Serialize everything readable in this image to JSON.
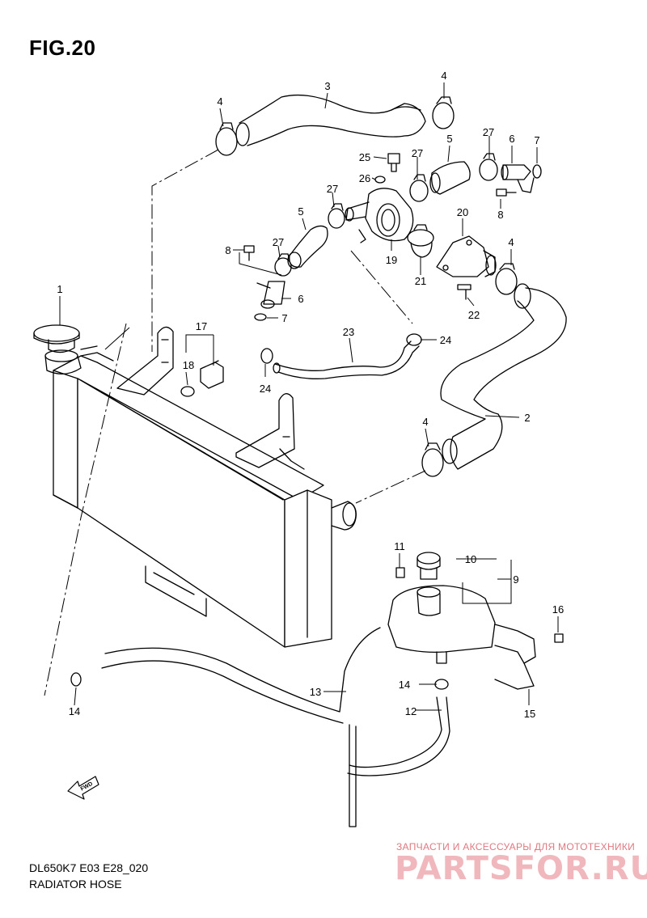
{
  "figure": {
    "title": "FIG.20",
    "model_code": "DL650K7 E03 E28_020",
    "section_name": "RADIATOR HOSE"
  },
  "watermark": {
    "tagline": "ЗАПЧАСТИ И АКСЕССУАРЫ ДЛЯ МОТОТЕХНИКИ",
    "logo": "PARTSFOR.RU"
  },
  "direction_badge": "FWD",
  "callouts": [
    {
      "id": "c1",
      "label": "1"
    },
    {
      "id": "c2",
      "label": "2"
    },
    {
      "id": "c3",
      "label": "3"
    },
    {
      "id": "c4a",
      "label": "4"
    },
    {
      "id": "c4b",
      "label": "4"
    },
    {
      "id": "c4c",
      "label": "4"
    },
    {
      "id": "c4d",
      "label": "4"
    },
    {
      "id": "c5a",
      "label": "5"
    },
    {
      "id": "c5b",
      "label": "5"
    },
    {
      "id": "c6a",
      "label": "6"
    },
    {
      "id": "c6b",
      "label": "6"
    },
    {
      "id": "c7a",
      "label": "7"
    },
    {
      "id": "c7b",
      "label": "7"
    },
    {
      "id": "c8a",
      "label": "8"
    },
    {
      "id": "c8b",
      "label": "8"
    },
    {
      "id": "c9",
      "label": "9"
    },
    {
      "id": "c10",
      "label": "10"
    },
    {
      "id": "c11",
      "label": "11"
    },
    {
      "id": "c12",
      "label": "12"
    },
    {
      "id": "c13",
      "label": "13"
    },
    {
      "id": "c14a",
      "label": "14"
    },
    {
      "id": "c14b",
      "label": "14"
    },
    {
      "id": "c15",
      "label": "15"
    },
    {
      "id": "c16",
      "label": "16"
    },
    {
      "id": "c17",
      "label": "17"
    },
    {
      "id": "c18",
      "label": "18"
    },
    {
      "id": "c19",
      "label": "19"
    },
    {
      "id": "c20",
      "label": "20"
    },
    {
      "id": "c21",
      "label": "21"
    },
    {
      "id": "c22",
      "label": "22"
    },
    {
      "id": "c23",
      "label": "23"
    },
    {
      "id": "c24a",
      "label": "24"
    },
    {
      "id": "c24b",
      "label": "24"
    },
    {
      "id": "c25",
      "label": "25"
    },
    {
      "id": "c26",
      "label": "26"
    },
    {
      "id": "c27a",
      "label": "27"
    },
    {
      "id": "c27b",
      "label": "27"
    },
    {
      "id": "c27c",
      "label": "27"
    },
    {
      "id": "c27d",
      "label": "27"
    }
  ]
}
